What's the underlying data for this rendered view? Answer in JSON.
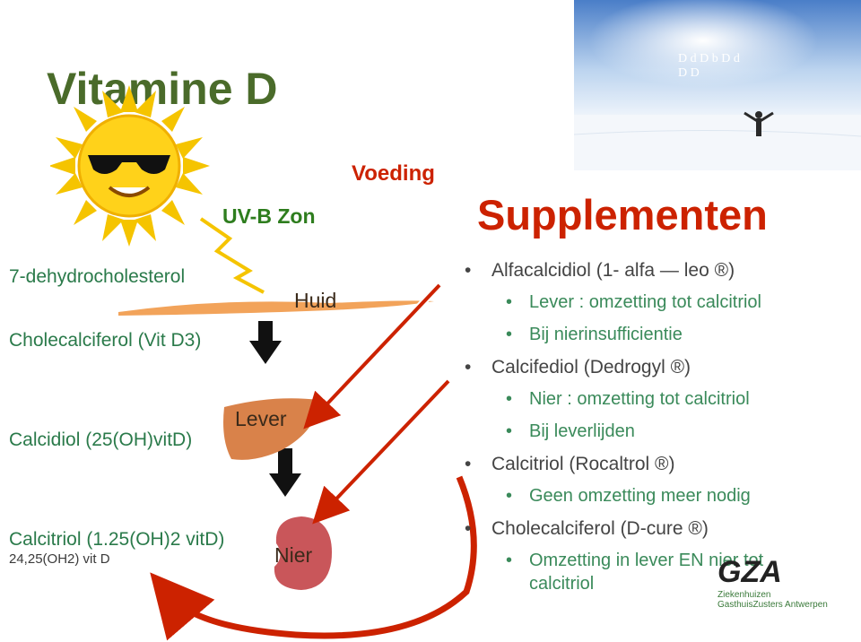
{
  "title": "Vitamine D",
  "uvb_label": "UV-B Zon",
  "voeding_label": "Voeding",
  "supplementen_title": "Supplementen",
  "pathway": {
    "dehydro": "7-dehydrocholesterol",
    "cholecalciferol": "Cholecalciferol (Vit D3)",
    "calcidiol": "Calcidiol (25(OH)vitD)",
    "calcitriol": "Calcitriol   (1.25(OH)2 vitD)",
    "metabolite": "24,25(OH2) vit D"
  },
  "organs": {
    "huid": "Huid",
    "lever": "Lever",
    "nier": "Nier"
  },
  "photo_letters": "D d D b D d D D",
  "supplements": [
    {
      "text": "Alfacalcidiol (1- alfa — leo ®)",
      "level": 1
    },
    {
      "text": "Lever : omzetting tot calcitriol",
      "level": 2
    },
    {
      "text": "Bij nierinsufficientie",
      "level": 2
    },
    {
      "text": "Calcifediol (Dedrogyl ®)",
      "level": 1
    },
    {
      "text": "Nier : omzetting tot calcitriol",
      "level": 2
    },
    {
      "text": "Bij leverlijden",
      "level": 2
    },
    {
      "text": "Calcitriol (Rocaltrol ®)",
      "level": 1
    },
    {
      "text": "Geen omzetting meer nodig",
      "level": 2
    },
    {
      "text": "Cholecalciferol (D-cure ®)",
      "level": 1
    },
    {
      "text": "Omzetting in lever EN nier tot",
      "level": 2
    },
    {
      "text": "calcitriol",
      "level": 2
    }
  ],
  "logo": {
    "name": "GZA",
    "line1": "Ziekenhuizen",
    "line2": "GasthuisZusters Antwerpen"
  },
  "colors": {
    "title": "#4a6b2a",
    "red": "#cc2200",
    "green_text": "#2a7a4a",
    "sun": "#f5c400"
  }
}
